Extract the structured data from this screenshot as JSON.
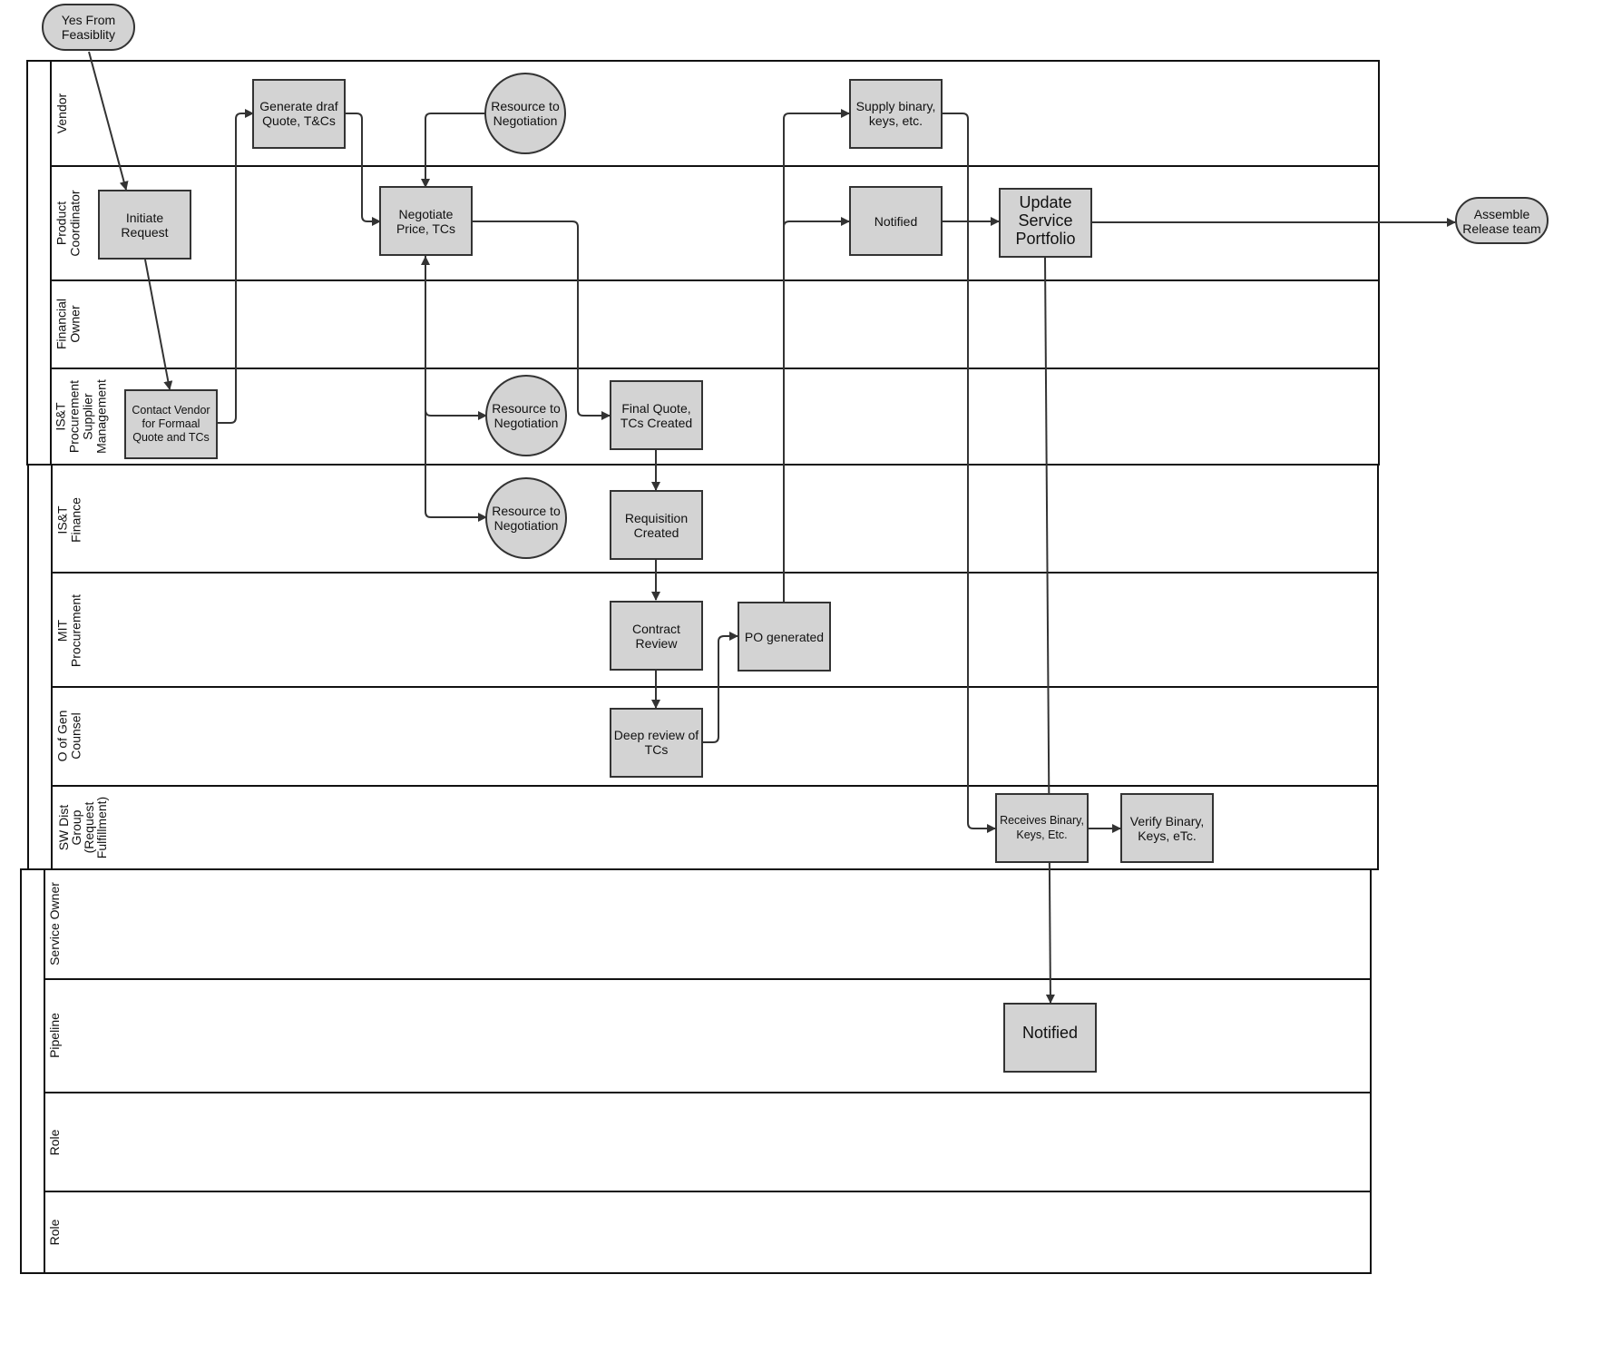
{
  "lanes": {
    "vendor": [
      "Vendor"
    ],
    "product_coordinator": [
      "Product",
      "Coordinator"
    ],
    "financial_owner": [
      "Financial",
      "Owner"
    ],
    "ist_procurement": [
      "IS&T",
      "Procurement",
      "Supplier",
      "Management"
    ],
    "ist_finance": [
      "IS&T",
      "Finance"
    ],
    "mit_procurement": [
      "MIT",
      "Procurement"
    ],
    "o_gen_counsel": [
      "O of Gen",
      "Counsel"
    ],
    "sw_dist": [
      "SW Dist",
      "Group",
      "(Request",
      "Fulfillment)"
    ],
    "service_owner": [
      "Service Owner"
    ],
    "pipeline": [
      "Pipeline"
    ],
    "role_1": [
      "Role"
    ],
    "role_2": [
      "Role"
    ]
  },
  "nodes": {
    "yes_from_feasibility": [
      "Yes From",
      "Feasiblity"
    ],
    "initiate_request": [
      "Initiate",
      "Request"
    ],
    "contact_vendor": [
      "Contact Vendor",
      "for Formaal",
      "Quote and TCs"
    ],
    "generate_draft_quote": [
      "Generate draf",
      "Quote, T&Cs"
    ],
    "resource_vendor": [
      "Resource to",
      "Negotiation"
    ],
    "negotiate_price": [
      "Negotiate",
      "Price, TCs"
    ],
    "resource_procurement": [
      "Resource to",
      "Negotiation"
    ],
    "resource_finance": [
      "Resource to",
      "Negotiation"
    ],
    "final_quote": [
      "Final Quote,",
      "TCs Created"
    ],
    "requisition_created": [
      "Requisition",
      "Created"
    ],
    "contract_review": [
      "Contract",
      "Review"
    ],
    "deep_review": [
      "Deep review of",
      "TCs"
    ],
    "po_generated": [
      "PO generated"
    ],
    "supply_binary": [
      "Supply binary,",
      "keys, etc."
    ],
    "notified_coordinator": [
      "Notified"
    ],
    "update_service_portfolio": [
      "Update",
      "Service",
      "Portfolio"
    ],
    "assemble_release_team": [
      "Assemble",
      "Release team"
    ],
    "receives_binary": [
      "Receives Binary,",
      "Keys, Etc."
    ],
    "verify_binary": [
      "Verify Binary,",
      "Keys, eTc."
    ],
    "notified_pipeline": [
      "Notified"
    ]
  }
}
